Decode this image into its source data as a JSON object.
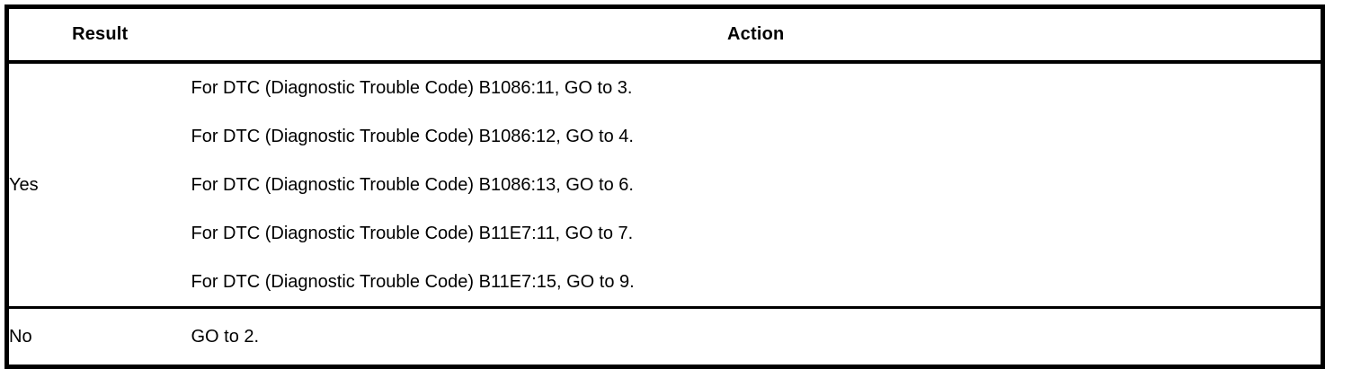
{
  "table": {
    "headers": {
      "result": "Result",
      "action": "Action"
    },
    "rows": [
      {
        "result": "Yes",
        "actions": [
          "For DTC (Diagnostic Trouble Code) B1086:11, GO to 3.",
          "For DTC (Diagnostic Trouble Code) B1086:12, GO to 4.",
          "For DTC (Diagnostic Trouble Code) B1086:13, GO to 6.",
          "For DTC (Diagnostic Trouble Code) B11E7:11, GO to 7.",
          "For DTC (Diagnostic Trouble Code) B11E7:15, GO to 9."
        ]
      },
      {
        "result": "No",
        "actions": [
          "GO to 2."
        ]
      }
    ]
  },
  "colors": {
    "border": "#000000",
    "text": "#000000",
    "background": "#ffffff"
  }
}
